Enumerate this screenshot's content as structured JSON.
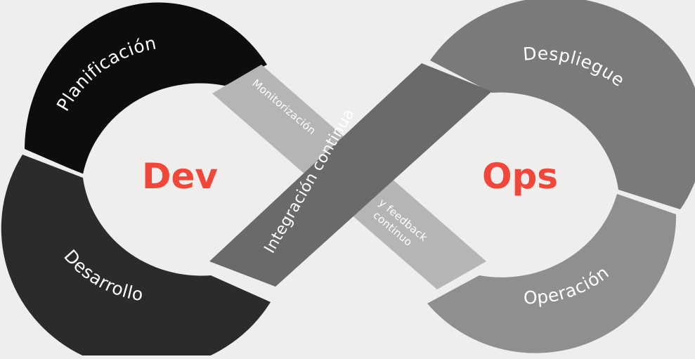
{
  "diagram": {
    "left_center": "Dev",
    "right_center": "Ops",
    "segments": {
      "planning": "Planificación",
      "development": "Desarrollo",
      "deployment": "Despliegue",
      "operation": "Operación"
    },
    "bands": {
      "integration": "Integración continua",
      "monitoring": "Monitorización",
      "feedback_line1": "y feedback",
      "feedback_line2": "continuo"
    }
  },
  "colors": {
    "background": "#efeeec",
    "planning": "#0d0d0d",
    "development": "#2b2b2b",
    "deployment": "#7a7a7a",
    "operation": "#8f8f8f",
    "integration_band": "#6a6a6a",
    "monitoring_band": "#b5b5b5",
    "accent": "#f0473a"
  }
}
